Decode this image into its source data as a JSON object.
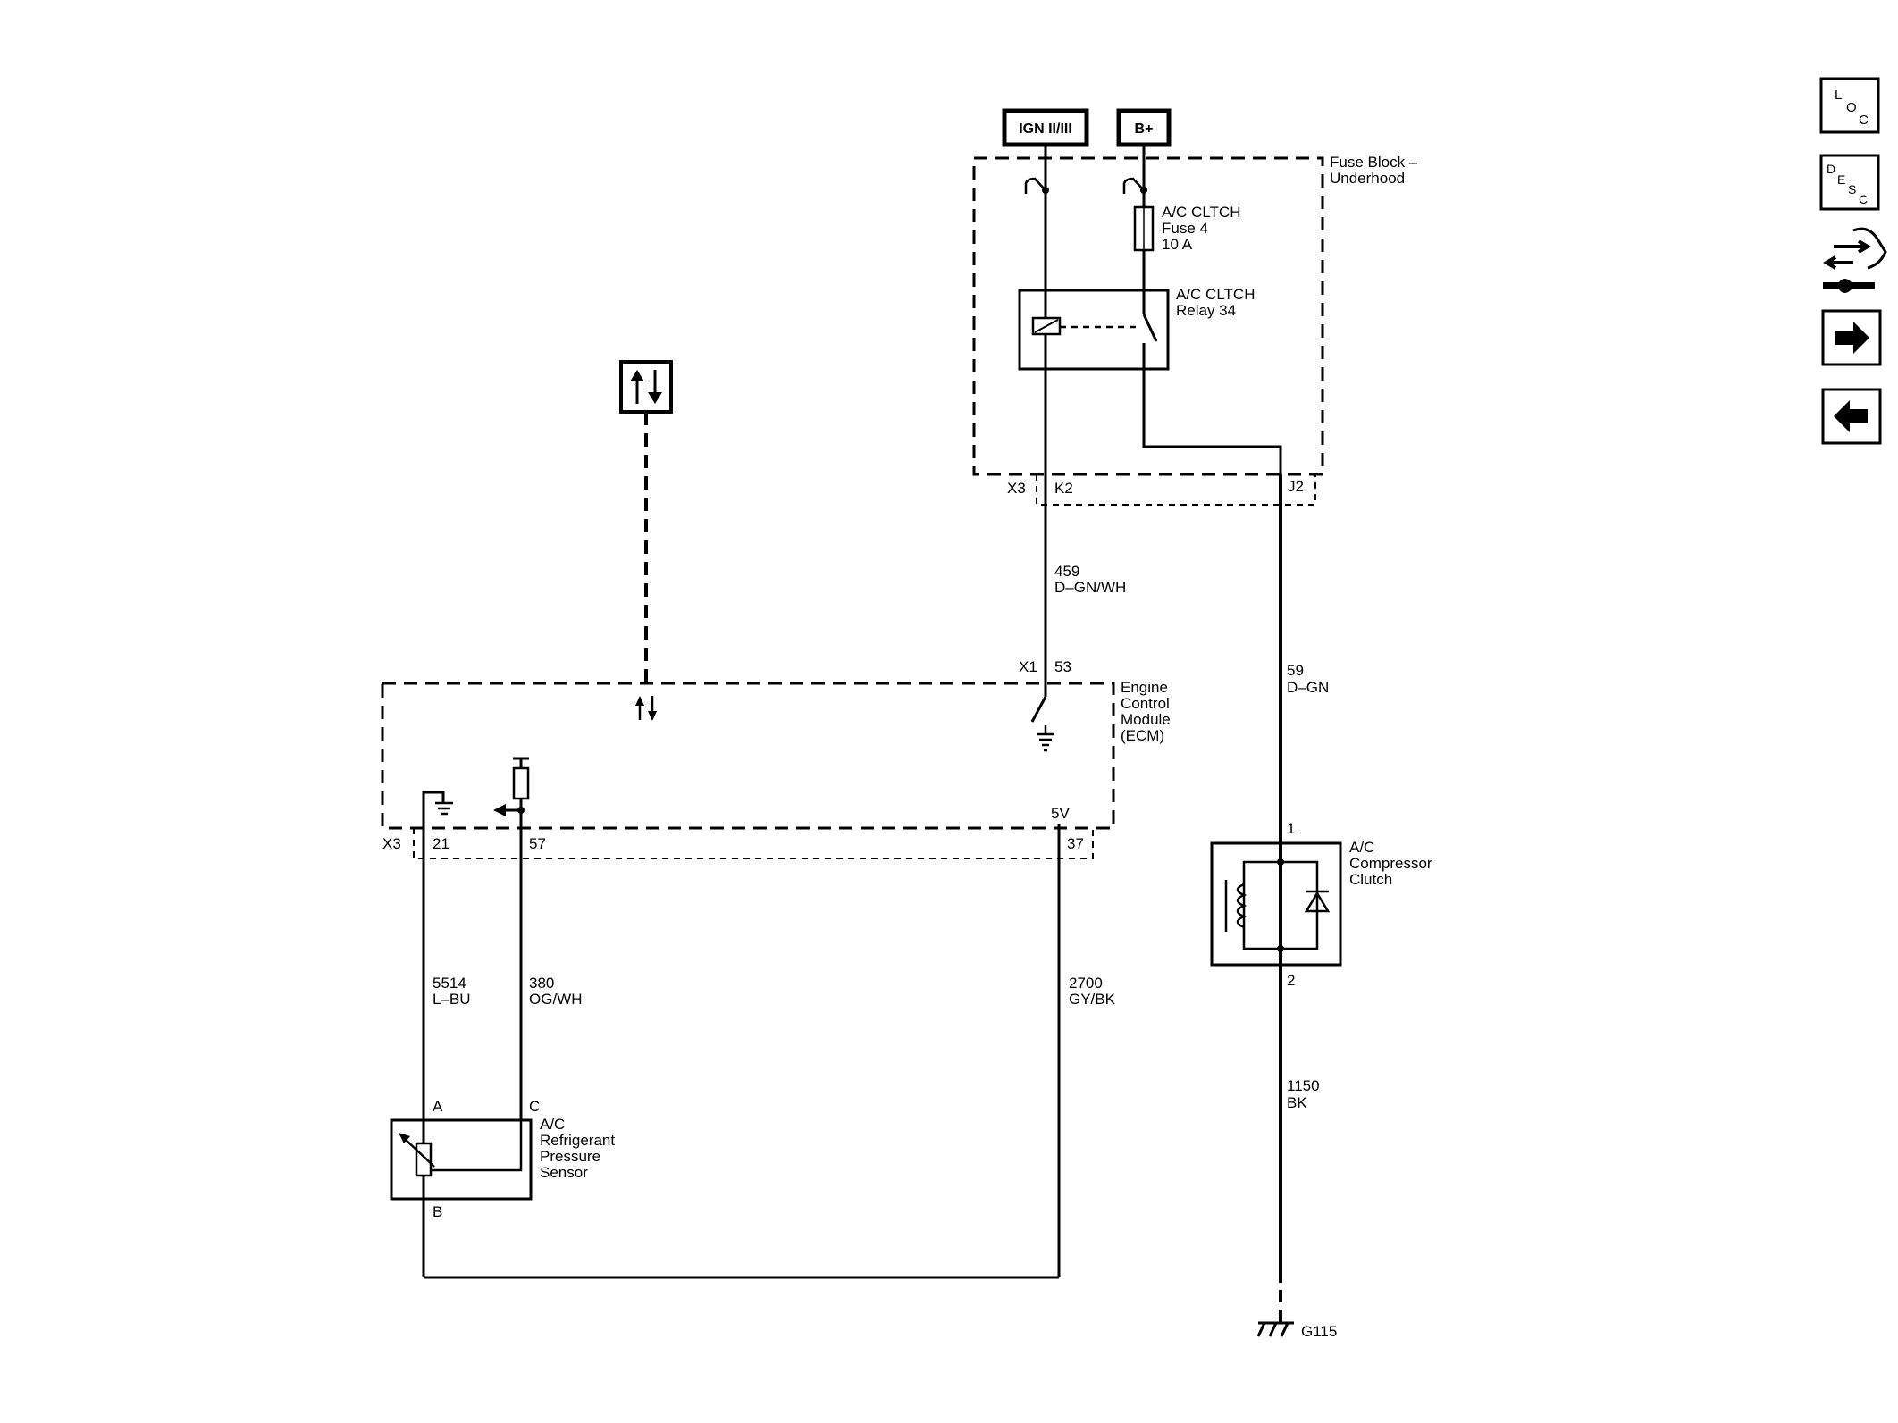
{
  "power_sources": {
    "ign": "IGN II/III",
    "batt": "B+"
  },
  "fuse_block": {
    "title_line1": "Fuse Block –",
    "title_line2": "Underhood",
    "fuse_line1": "A/C CLTCH",
    "fuse_line2": "Fuse 4",
    "fuse_line3": "10 A",
    "relay_line1": "A/C CLTCH",
    "relay_line2": "Relay 34",
    "conn_x3": "X3",
    "conn_k2": "K2",
    "conn_j2": "J2"
  },
  "wires": {
    "w459_num": "459",
    "w459_color": "D–GN/WH",
    "w59_num": "59",
    "w59_color": "D–GN",
    "w1150_num": "1150",
    "w1150_color": "BK",
    "w5514_num": "5514",
    "w5514_color": "L–BU",
    "w380_num": "380",
    "w380_color": "OG/WH",
    "w2700_num": "2700",
    "w2700_color": "GY/BK"
  },
  "ecm": {
    "title_line1": "Engine",
    "title_line2": "Control",
    "title_line3": "Module",
    "title_line4": "(ECM)",
    "conn_x1": "X1",
    "pin_53": "53",
    "conn_x3": "X3",
    "pin_21": "21",
    "pin_57": "57",
    "pin_37": "37",
    "v5": "5V"
  },
  "clutch": {
    "title_line1": "A/C",
    "title_line2": "Compressor",
    "title_line3": "Clutch",
    "pin_1": "1",
    "pin_2": "2"
  },
  "sensor": {
    "title_line1": "A/C",
    "title_line2": "Refrigerant",
    "title_line3": "Pressure",
    "title_line4": "Sensor",
    "pin_a": "A",
    "pin_b": "B",
    "pin_c": "C"
  },
  "ground": {
    "label": "G115"
  },
  "nav": {
    "loc_l": "L",
    "loc_o": "O",
    "loc_c": "C",
    "desc_d": "D",
    "desc_e": "E",
    "desc_s": "S",
    "desc_c": "C"
  },
  "icons": [
    "serial-data-icon",
    "loc-icon",
    "desc-icon",
    "connector-repair-icon",
    "next-arrow-icon",
    "previous-arrow-icon"
  ]
}
